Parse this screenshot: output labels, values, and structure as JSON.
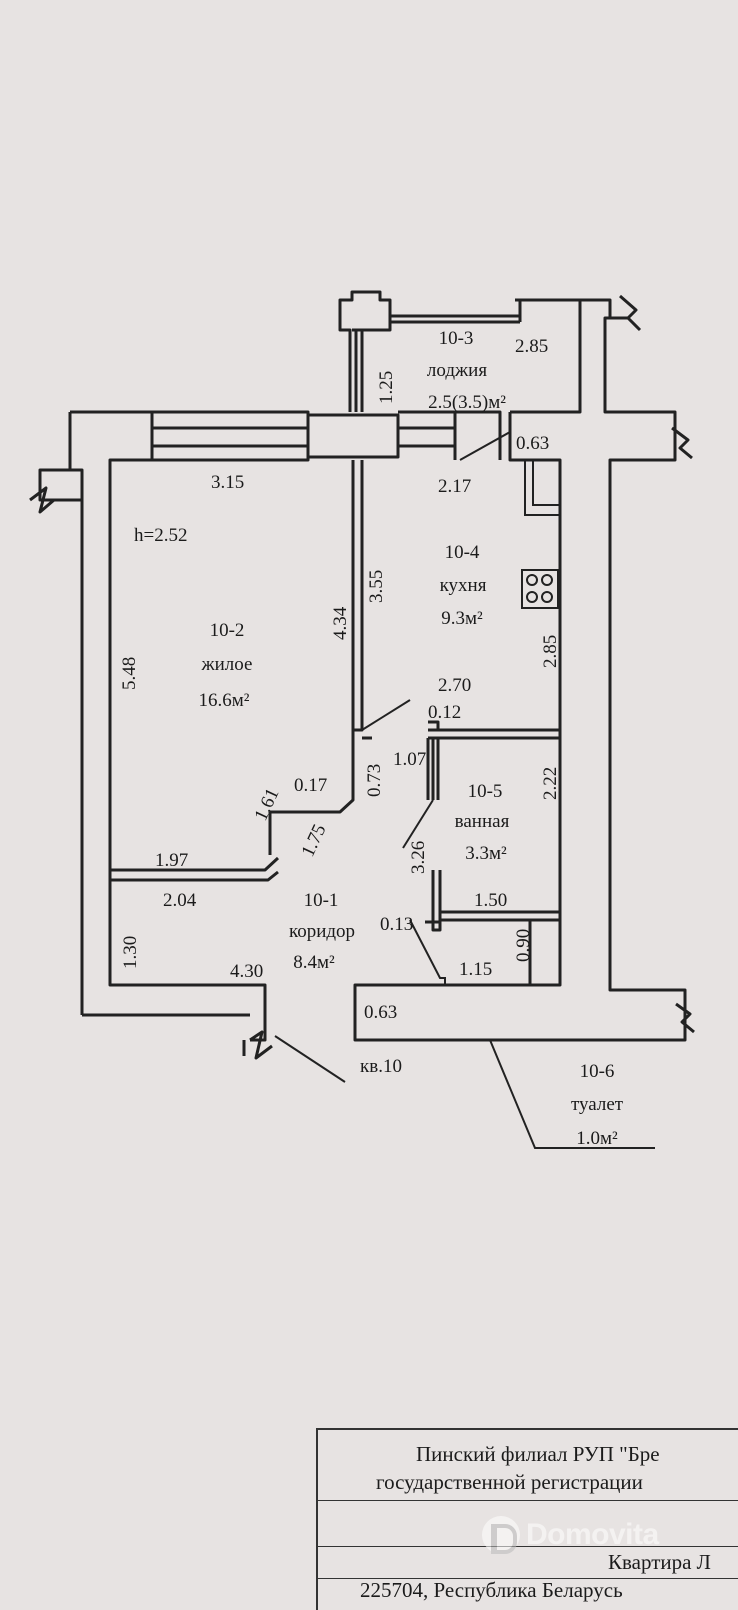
{
  "rooms": {
    "loggia": {
      "num": "10-3",
      "name": "лоджия",
      "area": "2.5(3.5)м²"
    },
    "kitchen": {
      "num": "10-4",
      "name": "кухня",
      "area": "9.3м²"
    },
    "living": {
      "num": "10-2",
      "name": "жилое",
      "area": "16.6м²"
    },
    "bath": {
      "num": "10-5",
      "name": "ванная",
      "area": "3.3м²"
    },
    "corridor": {
      "num": "10-1",
      "name": "коридор",
      "area": "8.4м²"
    },
    "toilet": {
      "num": "10-6",
      "name": "туалет",
      "area": "1.0м²"
    }
  },
  "ceiling_height": "h=2.52",
  "apartment_label": "кв.10",
  "dims": {
    "d_285_top": "2.85",
    "d_125": "1.25",
    "d_063_top": "0.63",
    "d_315": "3.15",
    "d_217": "2.17",
    "d_355": "3.55",
    "d_434": "4.34",
    "d_548": "5.48",
    "d_285_right": "2.85",
    "d_270": "2.70",
    "d_012": "0.12",
    "d_107": "1.07",
    "d_073": "0.73",
    "d_017": "0.17",
    "d_161": "1.61",
    "d_175": "1.75",
    "d_222": "2.22",
    "d_326": "3.26",
    "d_197": "1.97",
    "d_204": "2.04",
    "d_150": "1.50",
    "d_013": "0.13",
    "d_090": "0.90",
    "d_130": "1.30",
    "d_115": "1.15",
    "d_430": "4.30",
    "d_063_bottom": "0.63"
  },
  "stamp": {
    "line1": "Пинский филиал РУП \"Бре",
    "line2": "государственной регистрации",
    "line3": "Квартира Л",
    "line4": "225704, Республика Беларусь"
  },
  "watermark": "Domovita"
}
